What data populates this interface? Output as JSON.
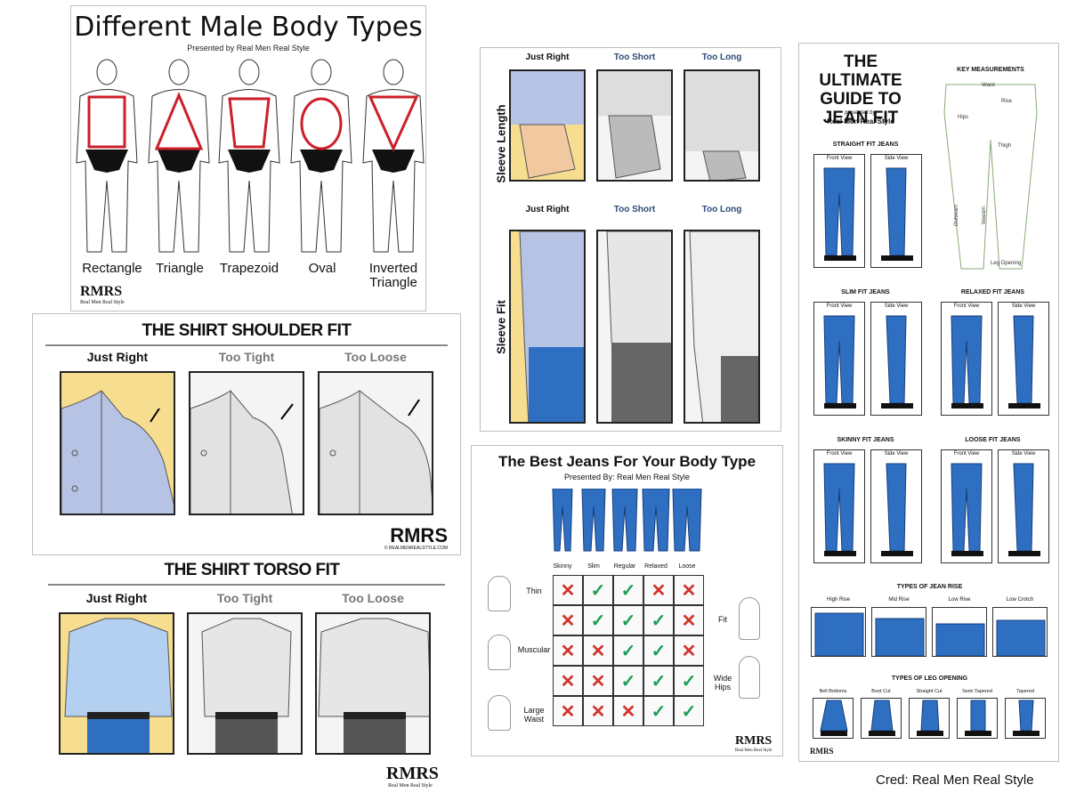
{
  "body_types": {
    "title": "Different Male Body Types",
    "subtitle": "Presented by Real Men Real Style",
    "types": [
      "Rectangle",
      "Triangle",
      "Trapezoid",
      "Oval",
      "Inverted\nTriangle"
    ],
    "logo": "RMRS",
    "logo_sub": "Real Men Real Style"
  },
  "shoulder_fit": {
    "title": "THE SHIRT SHOULDER FIT",
    "columns": [
      "Just Right",
      "Too Tight",
      "Too Loose"
    ],
    "logo": "RMRS",
    "logo_sub": "© REALMENREALSTYLE.COM"
  },
  "torso_fit": {
    "title": "THE SHIRT TORSO FIT",
    "columns": [
      "Just Right",
      "Too Tight",
      "Too Loose"
    ],
    "logo": "RMRS",
    "logo_sub": "Real Men Real Style"
  },
  "sleeve": {
    "columns_top": [
      "Just Right",
      "Too Short",
      "Too Long"
    ],
    "columns_bottom": [
      "Just Right",
      "Too Short",
      "Too Long"
    ],
    "row1": "Sleeve Length",
    "row2": "Sleeve Fit"
  },
  "best_jeans": {
    "title": "The Best Jeans For Your Body Type",
    "subtitle": "Presented By: Real Men Real Style",
    "fits": [
      "Skinny",
      "Slim",
      "Regular",
      "Relaxed",
      "Loose"
    ],
    "left_labels": [
      "Thin",
      "Muscular",
      "Large\nWaist"
    ],
    "right_labels": [
      "Fit",
      "Wide\nHips"
    ],
    "grid": [
      [
        "x",
        "y",
        "y",
        "x",
        "x"
      ],
      [
        "x",
        "y",
        "y",
        "y",
        "x"
      ],
      [
        "x",
        "x",
        "y",
        "y",
        "x"
      ],
      [
        "x",
        "x",
        "y",
        "y",
        "y"
      ],
      [
        "x",
        "x",
        "x",
        "y",
        "y"
      ]
    ],
    "logo": "RMRS",
    "logo_sub": "Real Men Real Style"
  },
  "jean_guide": {
    "title": "THE ULTIMATE GUIDE TO JEAN FIT",
    "title_lines": [
      "THE ULTIMATE",
      "GUIDE TO",
      "JEAN FIT"
    ],
    "presented": "presented by:",
    "presenter": "Real Men Real Style",
    "key_measurements": "KEY MEASUREMENTS",
    "measure_labels": [
      "Waist",
      "Hips",
      "Rise",
      "Thigh",
      "Outseam",
      "Inseam",
      "Leg Opening"
    ],
    "sections": [
      "STRAIGHT FIT JEANS",
      "SLIM FIT JEANS",
      "RELAXED FIT JEANS",
      "SKINNY FIT JEANS",
      "LOOSE FIT JEANS"
    ],
    "front_view": "Front View",
    "side_view": "Side View",
    "rise_title": "TYPES OF JEAN RISE",
    "rise_types": [
      "High Rise",
      "Mid Rise",
      "Low Rise",
      "Low Crotch"
    ],
    "leg_title": "TYPES OF LEG OPENING",
    "leg_types": [
      "Bell Bottoms",
      "Boot Cut",
      "Straight Cut",
      "Semi Tapered",
      "Tapered"
    ],
    "logo": "RMRS"
  },
  "credit": "Cred: Real Men Real Style",
  "colors": {
    "body_outline": "#cc1f2a",
    "jean_blue": "#2f6fc2",
    "yellow_bg": "#f6dd8f",
    "check": "#1e9d55",
    "cross": "#d0342c"
  }
}
